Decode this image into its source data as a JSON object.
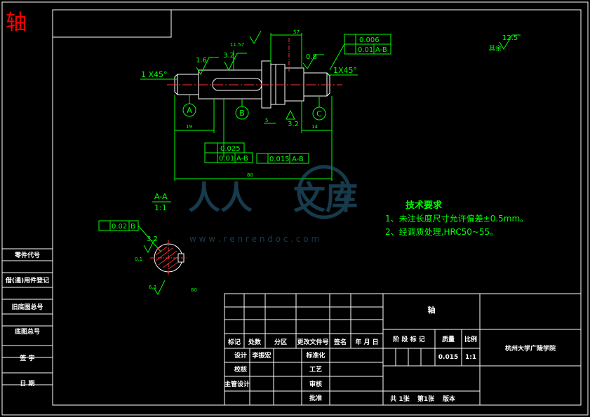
{
  "title_red": "轴",
  "side_labels": [
    "零件代号",
    "借(通)用件登记",
    "旧底图总号",
    "底图总号",
    "签  字",
    "日  期"
  ],
  "chamfer_left": "1 X45°",
  "chamfer_right": "1X45°",
  "roughness": {
    "r1": "1.6",
    "r2": "3.2",
    "r3": "0.8",
    "r4": "3.2",
    "r5": "3.2",
    "general_value": "12.5",
    "general_label": "其余"
  },
  "datums": {
    "a": "A",
    "b": "B",
    "c": "C"
  },
  "gdt": {
    "top_right_1": {
      "value": "0.006"
    },
    "top_right_2": {
      "value": "0.01",
      "ref": "A-B"
    },
    "mid_1": {
      "value": "0.025"
    },
    "mid_2": {
      "value": "0.01",
      "ref": "A-B"
    },
    "mid_3": {
      "value": "0.015",
      "ref": "A-B"
    },
    "section": {
      "value": "0.02",
      "ref": "B"
    }
  },
  "dims": {
    "d1": "11.57",
    "d2": "57",
    "d3": "19",
    "d4": "14",
    "d5": "80",
    "d6": "5",
    "d7": "0.1",
    "d8": "6.3",
    "d9": "80"
  },
  "section_view": {
    "name": "A-A",
    "scale": "1:1"
  },
  "tech": {
    "title": "技术要求",
    "line1": "1、未注长度尺寸允许偏差±0.5mm。",
    "line2": "2、经调质处理,HRC50~55。"
  },
  "watermark": {
    "text1": "人人",
    "text2": "文库",
    "url": "w w w . r e n r e n d o c . c o m"
  },
  "title_block": {
    "part_name": "轴",
    "headers": [
      "标记",
      "处数",
      "分区",
      "更改文件号",
      "签名",
      "年 月 日"
    ],
    "row_design": "设计",
    "designer": "李振宏",
    "standard": "标准化",
    "check": "校核",
    "process": "工艺",
    "chief": "主管设计",
    "review": "审核",
    "approve": "批准",
    "stage_label": "阶 段 标 记",
    "weight_label": "质量",
    "scale_label": "比例",
    "weight_value": "0.015",
    "scale_value": "1:1",
    "school": "杭州大学广陵学院",
    "sheets_total": "共 1张",
    "sheet_num": "第1张",
    "version": "版本"
  },
  "colors": {
    "frame": "#ffffff",
    "line": "#00ff00",
    "red": "#ff0000",
    "center": "#ff3333",
    "cyan": "#00ffff",
    "dim": "#00e000"
  }
}
